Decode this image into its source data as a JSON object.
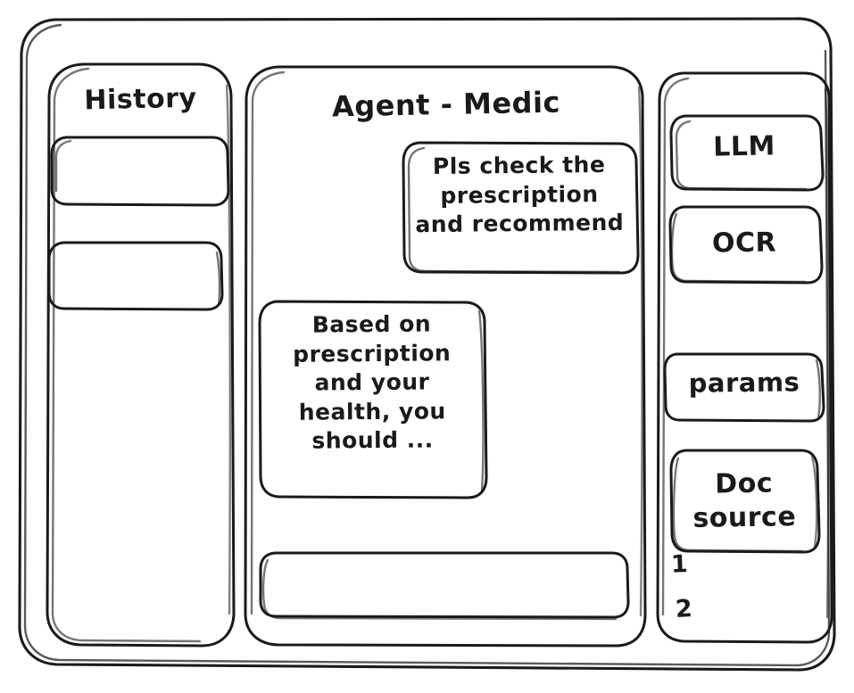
{
  "window": {
    "style": "hand-drawn-wireframe",
    "background_color": "#ffffff",
    "stroke_color": "#1a1a1a"
  },
  "sidebar": {
    "title": "History",
    "items": [
      {
        "label": "",
        "name": "history-item-1"
      },
      {
        "label": "",
        "name": "history-item-2"
      }
    ]
  },
  "main": {
    "title": "Agent - Medic",
    "messages": [
      {
        "role": "user",
        "text": "Pls check the\nprescription\nand recommend"
      },
      {
        "role": "assistant",
        "text": "Based on\nprescription\nand your\nhealth, you\nshould ..."
      }
    ],
    "composer": {
      "value": "",
      "placeholder": ""
    }
  },
  "tools_panel": {
    "buttons": [
      {
        "label": "LLM",
        "name": "tool-button-llm"
      },
      {
        "label": "OCR",
        "name": "tool-button-ocr"
      },
      {
        "label": "params",
        "name": "tool-button-params"
      },
      {
        "label": "Doc\nsource",
        "name": "tool-button-doc-source"
      }
    ],
    "doc_source_items": [
      "1",
      "2"
    ]
  }
}
